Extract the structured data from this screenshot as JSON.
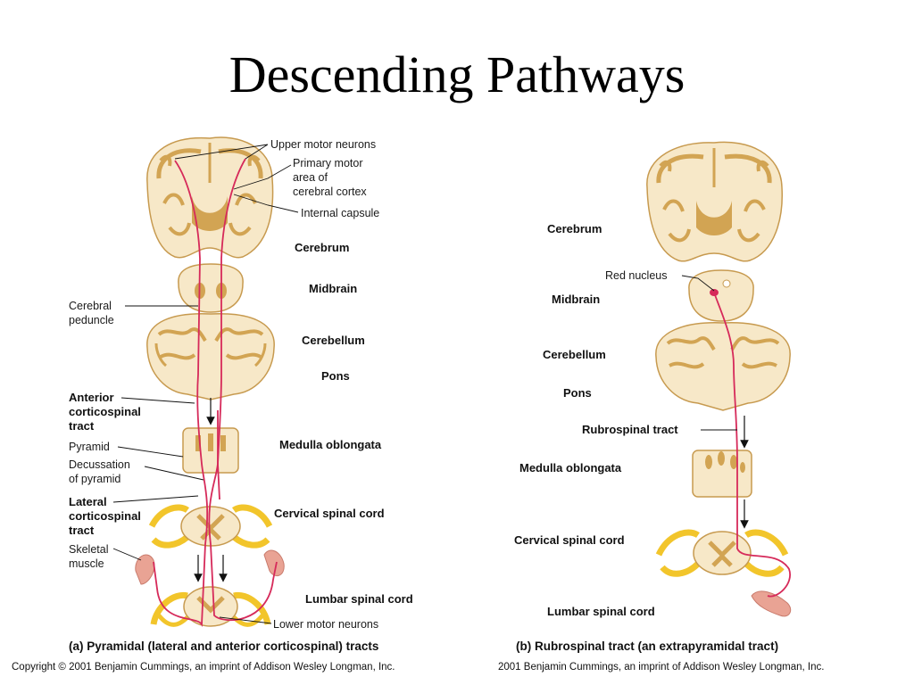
{
  "slide": {
    "title": "Descending Pathways"
  },
  "colors": {
    "tissue": "#f7e8c8",
    "gray_matter": "#d2a453",
    "outline": "#c79a4f",
    "pathway": "#d62a5a",
    "nerve": "#f2c52b",
    "muscle": "#e9a394"
  },
  "panel_a": {
    "callouts": {
      "upper_motor_neurons": "Upper motor neurons",
      "primary_motor_1": "Primary motor",
      "primary_motor_2": "area of",
      "primary_motor_3": "cerebral cortex",
      "internal_capsule": "Internal capsule",
      "cerebral_peduncle_1": "Cerebral",
      "cerebral_peduncle_2": "peduncle",
      "anterior_cst_1": "Anterior",
      "anterior_cst_2": "corticospinal",
      "anterior_cst_3": "tract",
      "pyramid": "Pyramid",
      "decussation_1": "Decussation",
      "decussation_2": "of pyramid",
      "lateral_cst_1": "Lateral",
      "lateral_cst_2": "corticospinal",
      "lateral_cst_3": "tract",
      "skeletal_muscle_1": "Skeletal",
      "skeletal_muscle_2": "muscle",
      "lower_motor_neurons": "Lower motor neurons"
    },
    "regions": {
      "cerebrum": "Cerebrum",
      "midbrain": "Midbrain",
      "cerebellum": "Cerebellum",
      "pons": "Pons",
      "medulla": "Medulla oblongata",
      "cervical": "Cervical spinal cord",
      "lumbar": "Lumbar spinal cord"
    },
    "caption": "(a) Pyramidal (lateral and anterior corticospinal) tracts",
    "copyright": "Copyright © 2001 Benjamin Cummings, an imprint of Addison Wesley Longman, Inc."
  },
  "panel_b": {
    "callouts": {
      "red_nucleus": "Red nucleus",
      "rubrospinal": "Rubrospinal tract"
    },
    "regions": {
      "cerebrum": "Cerebrum",
      "midbrain": "Midbrain",
      "cerebellum": "Cerebellum",
      "pons": "Pons",
      "medulla": "Medulla oblongata",
      "cervical": "Cervical spinal cord",
      "lumbar": "Lumbar spinal cord"
    },
    "caption": "(b) Rubrospinal tract (an extrapyramidal tract)",
    "copyright": "2001 Benjamin Cummings, an imprint of Addison Wesley Longman, Inc."
  }
}
